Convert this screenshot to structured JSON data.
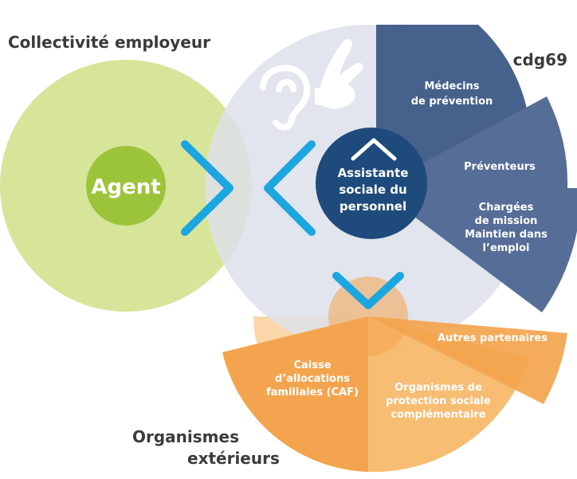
{
  "labels": {
    "employer": "Collectivité employeur",
    "cdg": "cdg69",
    "external_line1": "Organismes",
    "external_line2": "extérieurs",
    "agent": "Agent"
  },
  "center": {
    "line1": "Assistante",
    "line2": "sociale du",
    "line3": "personnel"
  },
  "cdg_sectors": [
    {
      "lines": [
        "Médecins",
        "de prévention"
      ]
    },
    {
      "lines": [
        "Préventeurs"
      ]
    },
    {
      "lines": [
        "Chargées",
        "de mission",
        "Maintien dans",
        "l’emploi"
      ]
    }
  ],
  "ext_sectors": [
    {
      "lines": [
        "Caisse",
        "d’allocations",
        "familiales (CAF)"
      ]
    },
    {
      "lines": [
        "Organismes de",
        "protection sociale",
        "complémentaire"
      ]
    },
    {
      "lines": [
        "Autres partenaires"
      ]
    }
  ],
  "icons": [
    "ear-icon",
    "sign-language-hand-icon",
    "house-roof-icon"
  ],
  "colors": {
    "agent_disc": "#d6e59a",
    "agent_core": "#9cc43a",
    "cdg_disc": "#e3e6ef",
    "navy": "#1f4b7c",
    "sector_dark": "#3d5a87",
    "sector_mid": "#566d98",
    "sector_light": "#6b7ea6",
    "arrow": "#1ca6e0",
    "orange": "#f4a44e",
    "orange_light": "#f7b96c",
    "orange_pale": "#fbd6aa",
    "label_text": "#3b3b3b"
  }
}
